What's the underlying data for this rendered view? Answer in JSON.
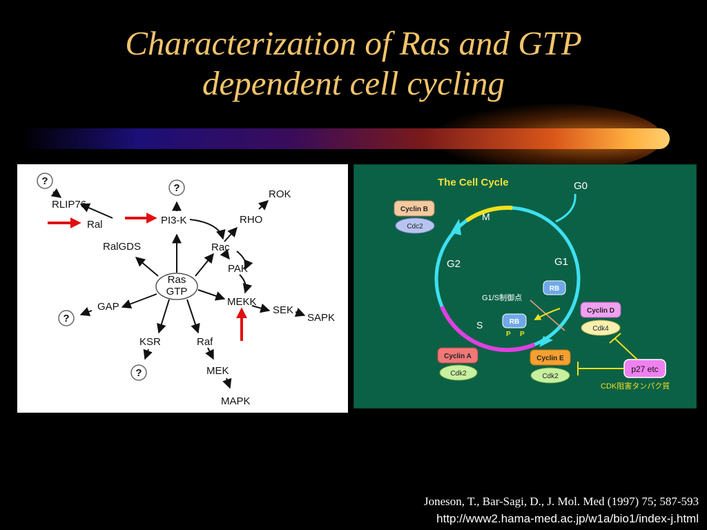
{
  "slide": {
    "title_line1": "Characterization of Ras and GTP",
    "title_line2": "dependent cell cycling"
  },
  "pathway": {
    "center_line1": "Ras",
    "center_line2": "GTP",
    "unknown_symbol": "?",
    "nodes": {
      "rlip76": "RLIP76",
      "ral": "Ral",
      "ralgds": "RalGDS",
      "pi3k": "PI3-K",
      "rac": "Rac",
      "pak": "PAK",
      "rho": "RHO",
      "rok": "ROK",
      "mekk": "MEKK",
      "sek": "SEK",
      "sapk": "SAPK",
      "gap": "GAP",
      "ksr": "KSR",
      "raf": "Raf",
      "mek": "MEK",
      "mapk": "MAPK"
    },
    "colors": {
      "highlight_arrow": "#e01010"
    }
  },
  "cell_cycle": {
    "title": "The Cell Cycle",
    "phases": {
      "g0": "G0",
      "g1": "G1",
      "g2": "G2",
      "m": "M",
      "s": "S"
    },
    "checkpoint": "G1/S制御点",
    "rb_label": "RB",
    "phospho_label": "P",
    "inhibitor_note": "CDK阻害タンパク質",
    "complexes": {
      "cyclin_b": "Cyclin B",
      "cdc2": "Cdc2",
      "cyclin_a": "Cyclin A",
      "cdk2_a": "Cdk2",
      "cyclin_e": "Cyclin E",
      "cdk2_e": "Cdk2",
      "cyclin_d": "Cyclin D",
      "cdk4": "Cdk4",
      "p27": "p27 etc"
    },
    "colors": {
      "background": "#0b6146",
      "cycle_ring": "#3ee0f0",
      "m_arc": "#f0e020",
      "s_arc": "#e040e0",
      "title": "#f5e23a"
    }
  },
  "citation": {
    "reference": "Joneson, T., Bar-Sagi, D., J. Mol. Med (1997) 75; 587-593",
    "url": "http://www2.hama-med.ac.jp/w1a/bio1/index-j.html"
  }
}
